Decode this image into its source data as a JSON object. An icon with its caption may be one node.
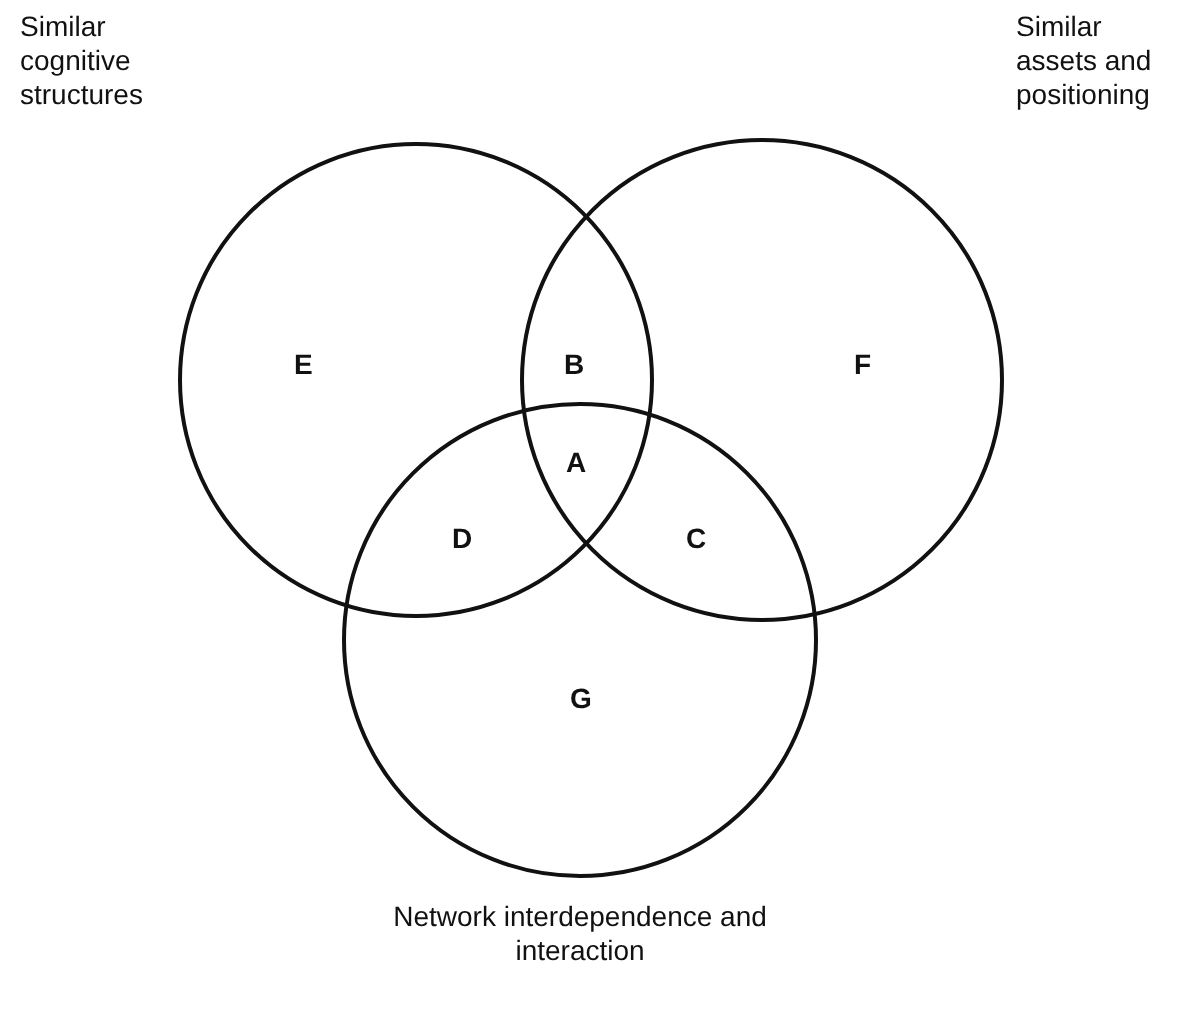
{
  "diagram": {
    "nodes": [
      {
        "text": [
          "Similar cognitive structures"
        ]
      },
      {
        "text": [
          "Similar assets and positioning"
        ]
      },
      {
        "text": [
          "Network interdependence and interaction"
        ]
      }
    ],
    "labels": [
      "E",
      "B",
      "F",
      "A",
      "D",
      "C",
      "G"
    ]
  }
}
